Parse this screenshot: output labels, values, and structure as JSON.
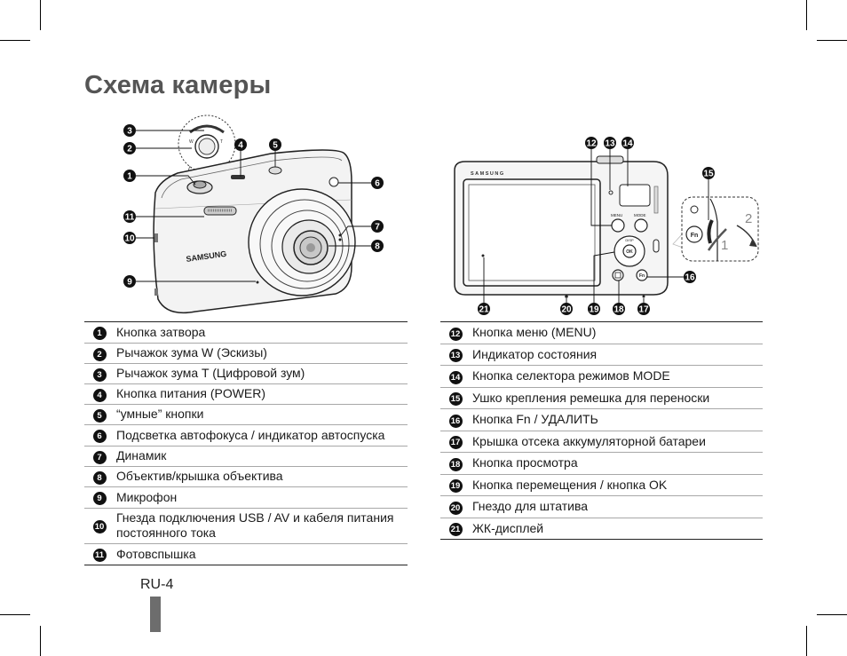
{
  "title": "Схема камеры",
  "page_number": "RU-4",
  "front_camera": {
    "brand": "SAMSUNG",
    "callouts": [
      "3",
      "2",
      "4",
      "5",
      "1",
      "6",
      "11",
      "7",
      "10",
      "8",
      "9"
    ]
  },
  "back_camera": {
    "brand": "SAMSUNG",
    "button_labels": {
      "menu": "MENU",
      "mode": "MODE",
      "disp": "DISP",
      "ok": "OK",
      "fn": "Fn"
    },
    "strap_steps": [
      "1",
      "2"
    ],
    "callouts": [
      "12",
      "13",
      "14",
      "15",
      "16",
      "21",
      "20",
      "19",
      "18",
      "17"
    ]
  },
  "legend_left": [
    {
      "num": "1",
      "text": "Кнопка затвора"
    },
    {
      "num": "2",
      "text": "Рычажок зума W (Эскизы)"
    },
    {
      "num": "3",
      "text": "Рычажок зума T (Цифровой зум)"
    },
    {
      "num": "4",
      "text": "Кнопка питания (POWER)"
    },
    {
      "num": "5",
      "text": "“умные” кнопки"
    },
    {
      "num": "6",
      "text": "Подсветка автофокуса / индикатор автоспуска"
    },
    {
      "num": "7",
      "text": "Динамик"
    },
    {
      "num": "8",
      "text": "Объектив/крышка объектива"
    },
    {
      "num": "9",
      "text": "Микрофон"
    },
    {
      "num": "10",
      "text": "Гнезда подключения USB / AV и кабеля питания постоянного тока"
    },
    {
      "num": "11",
      "text": "Фотовспышка"
    }
  ],
  "legend_right": [
    {
      "num": "12",
      "text": "Кнопка меню (MENU)"
    },
    {
      "num": "13",
      "text": "Индикатор состояния"
    },
    {
      "num": "14",
      "text": "Кнопка селектора режимов MODE"
    },
    {
      "num": "15",
      "text": "Ушко крепления ремешка для переноски"
    },
    {
      "num": "16",
      "text": "Кнопка Fn / УДАЛИТЬ"
    },
    {
      "num": "17",
      "text": "Крышка отсека аккумуляторной батареи"
    },
    {
      "num": "18",
      "text": "Кнопка просмотра"
    },
    {
      "num": "19",
      "text": "Кнопка перемещения / кнопка OK"
    },
    {
      "num": "20",
      "text": "Гнездо для штатива"
    },
    {
      "num": "21",
      "text": "ЖК-дисплей"
    }
  ]
}
